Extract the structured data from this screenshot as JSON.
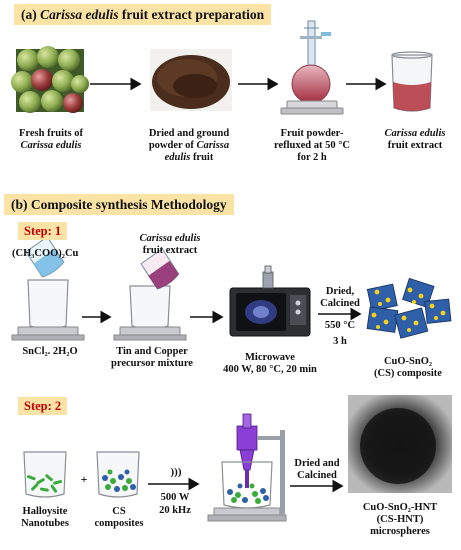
{
  "section_a": {
    "prefix": "(a) ",
    "title_italic": "Carissa edulis",
    "title_rest": " fruit extract preparation"
  },
  "a_labels": {
    "fresh_l1": "Fresh fruits of",
    "fresh_l2": "Carissa edulis",
    "dried_l1": "Dried and ground",
    "dried_l2a": "powder of ",
    "dried_l2b": "Carissa",
    "dried_l3a": "edulis",
    "dried_l3b": " fruit",
    "reflux_l1": "Fruit powder-",
    "reflux_l2": "refluxed at 50 °C",
    "reflux_l3": "for 2 h",
    "extract_l1": "Carissa edulis",
    "extract_l2": "fruit extract"
  },
  "section_b": {
    "title": "(b) Composite synthesis Methodology"
  },
  "step1": {
    "label": "Step: 1",
    "cu_formula": "(CH₃COO)₂Cu",
    "extract_l1": "Carissa edulis",
    "extract_l2": "fruit extract",
    "sncl2": "SnCl₂. 2H₂O",
    "mix_l1": "Tin and Copper",
    "mix_l2": "precursor mixture",
    "mw_l1": "Microwave",
    "mw_l2": "400 W, 80 °C, 20 min",
    "dc_l1": "Dried,",
    "dc_l2": "Calcined",
    "temp": "550 °C",
    "time": "3 h",
    "cs_l1": "CuO-SnO₂",
    "cs_l2": "(CS) composite"
  },
  "step2": {
    "label": "Step: 2",
    "hnt_l1": "Halloysite",
    "hnt_l2": "Nanotubes",
    "plus": "+",
    "cs_l1": "CS",
    "cs_l2": "composites",
    "waves": ")))",
    "power": "500 W",
    "freq": "20 kHz",
    "dc_l1": "Dried and",
    "dc_l2": "Calcined",
    "final_l1": "CuO-SnO₂-HNT",
    "final_l2": "(CS-HNT)",
    "final_l3": "microspheres"
  },
  "colors": {
    "header_bg": "#fbe3a6",
    "step_text": "#c00000",
    "extract_red": "#b0303a",
    "cs_blue": "#2e5fa8",
    "cs_yellow": "#f2d21c",
    "hnt_green": "#3aaa3a",
    "probe_purple": "#8b3fd6"
  }
}
